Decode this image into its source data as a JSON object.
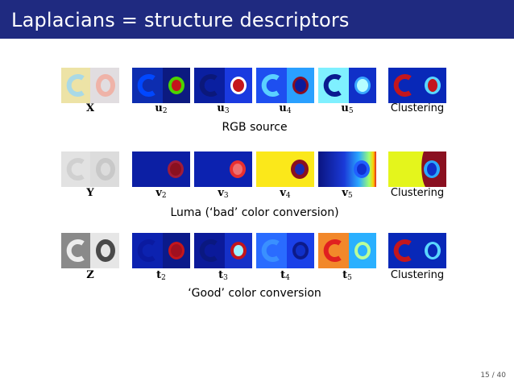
{
  "slide": {
    "title": "Laplacians = structure descriptors",
    "page": "15 / 40"
  },
  "rows": [
    {
      "caption": "RGB source",
      "labels": [
        {
          "sym": "X",
          "sub": ""
        },
        {
          "sym": "u",
          "sub": "2"
        },
        {
          "sym": "u",
          "sub": "3"
        },
        {
          "sym": "u",
          "sub": "4"
        },
        {
          "sym": "u",
          "sub": "5"
        },
        {
          "text": "Clustering"
        }
      ]
    },
    {
      "caption": "Luma (‘bad’ color conversion)",
      "labels": [
        {
          "sym": "Y",
          "sub": ""
        },
        {
          "sym": "v",
          "sub": "2"
        },
        {
          "sym": "v",
          "sub": "3"
        },
        {
          "sym": "v",
          "sub": "4"
        },
        {
          "sym": "v",
          "sub": "5"
        },
        {
          "text": "Clustering"
        }
      ]
    },
    {
      "caption": "‘Good’ color conversion",
      "labels": [
        {
          "sym": "Z",
          "sub": ""
        },
        {
          "sym": "t",
          "sub": "2"
        },
        {
          "sym": "t",
          "sub": "3"
        },
        {
          "sym": "t",
          "sub": "4"
        },
        {
          "sym": "t",
          "sub": "5"
        },
        {
          "text": "Clustering"
        }
      ]
    }
  ],
  "colors": {
    "header_bg": "#1f2a80",
    "header_text": "#ffffff"
  }
}
